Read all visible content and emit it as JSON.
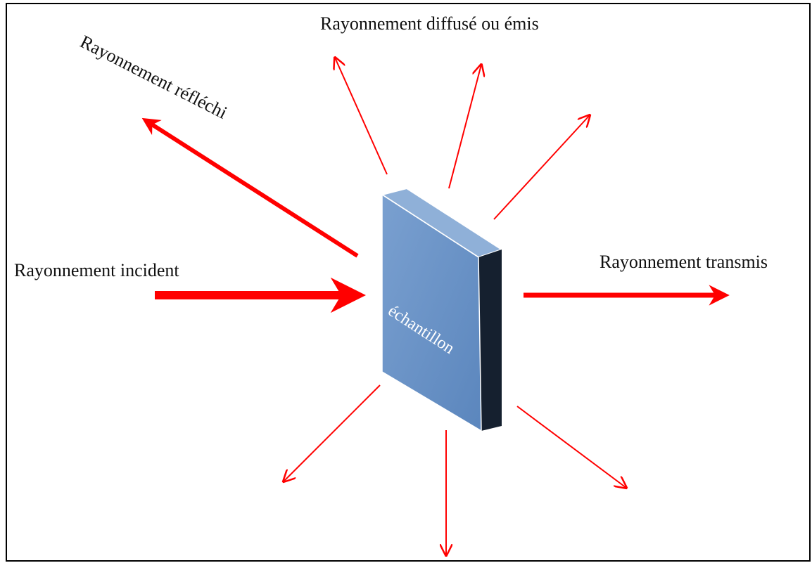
{
  "diagram": {
    "labels": {
      "incident": "Rayonnement incident",
      "reflected": "Rayonnement réfléchi",
      "scattered": "Rayonnement diffusé ou émis",
      "transmitted": "Rayonnement transmis",
      "sample": "échantillon"
    },
    "colors": {
      "arrow": "#ff0000",
      "sample_front": "#6690c4",
      "sample_top": "#8fb0d8",
      "sample_side": "#15202f",
      "sample_edge": "#ffffff",
      "frame_border": "#000000"
    }
  }
}
